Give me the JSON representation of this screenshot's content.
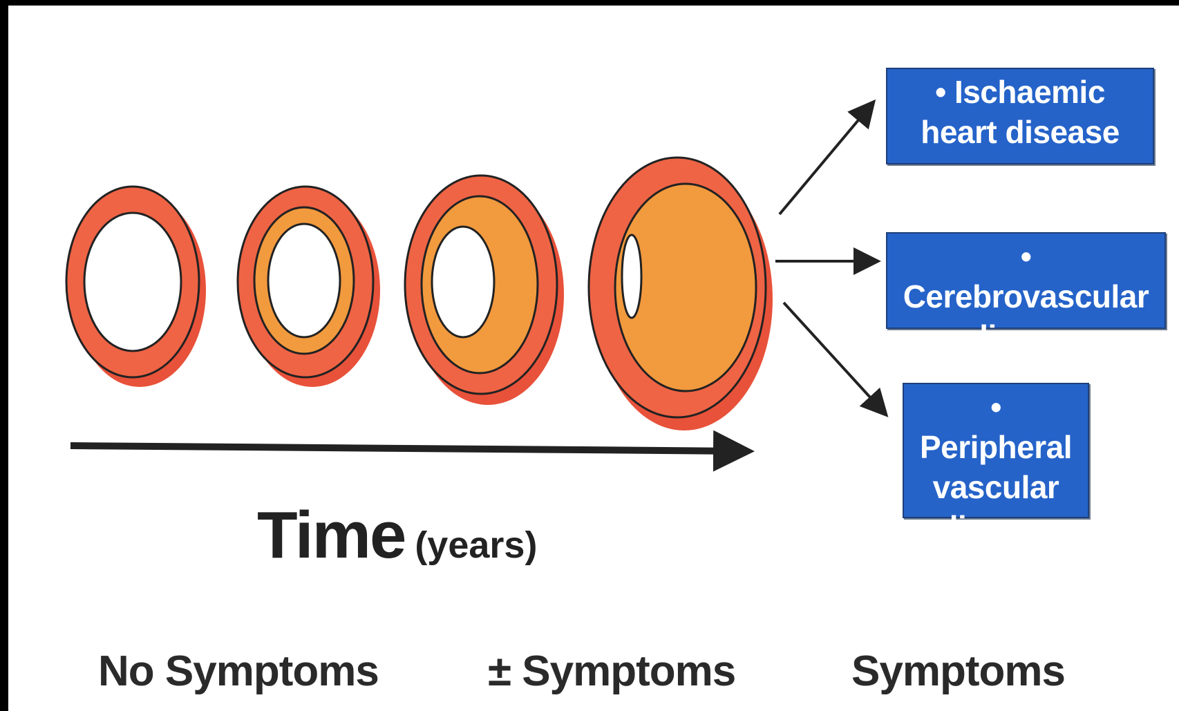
{
  "outcomes": [
    {
      "text": "• Ischaemic heart disease"
    },
    {
      "text": "• Cerebrovascular disease"
    },
    {
      "text": "• Peripheral vascular disease"
    }
  ],
  "time_axis": {
    "main": "Time",
    "unit": "(years)"
  },
  "stages": [
    "No Symptoms",
    "± Symptoms",
    "Symptoms"
  ],
  "colors": {
    "vessel_wall": "#ee5a3a",
    "plaque": "#f29a3e",
    "lumen": "#ffffff",
    "outcome_box": "#2563c9"
  }
}
